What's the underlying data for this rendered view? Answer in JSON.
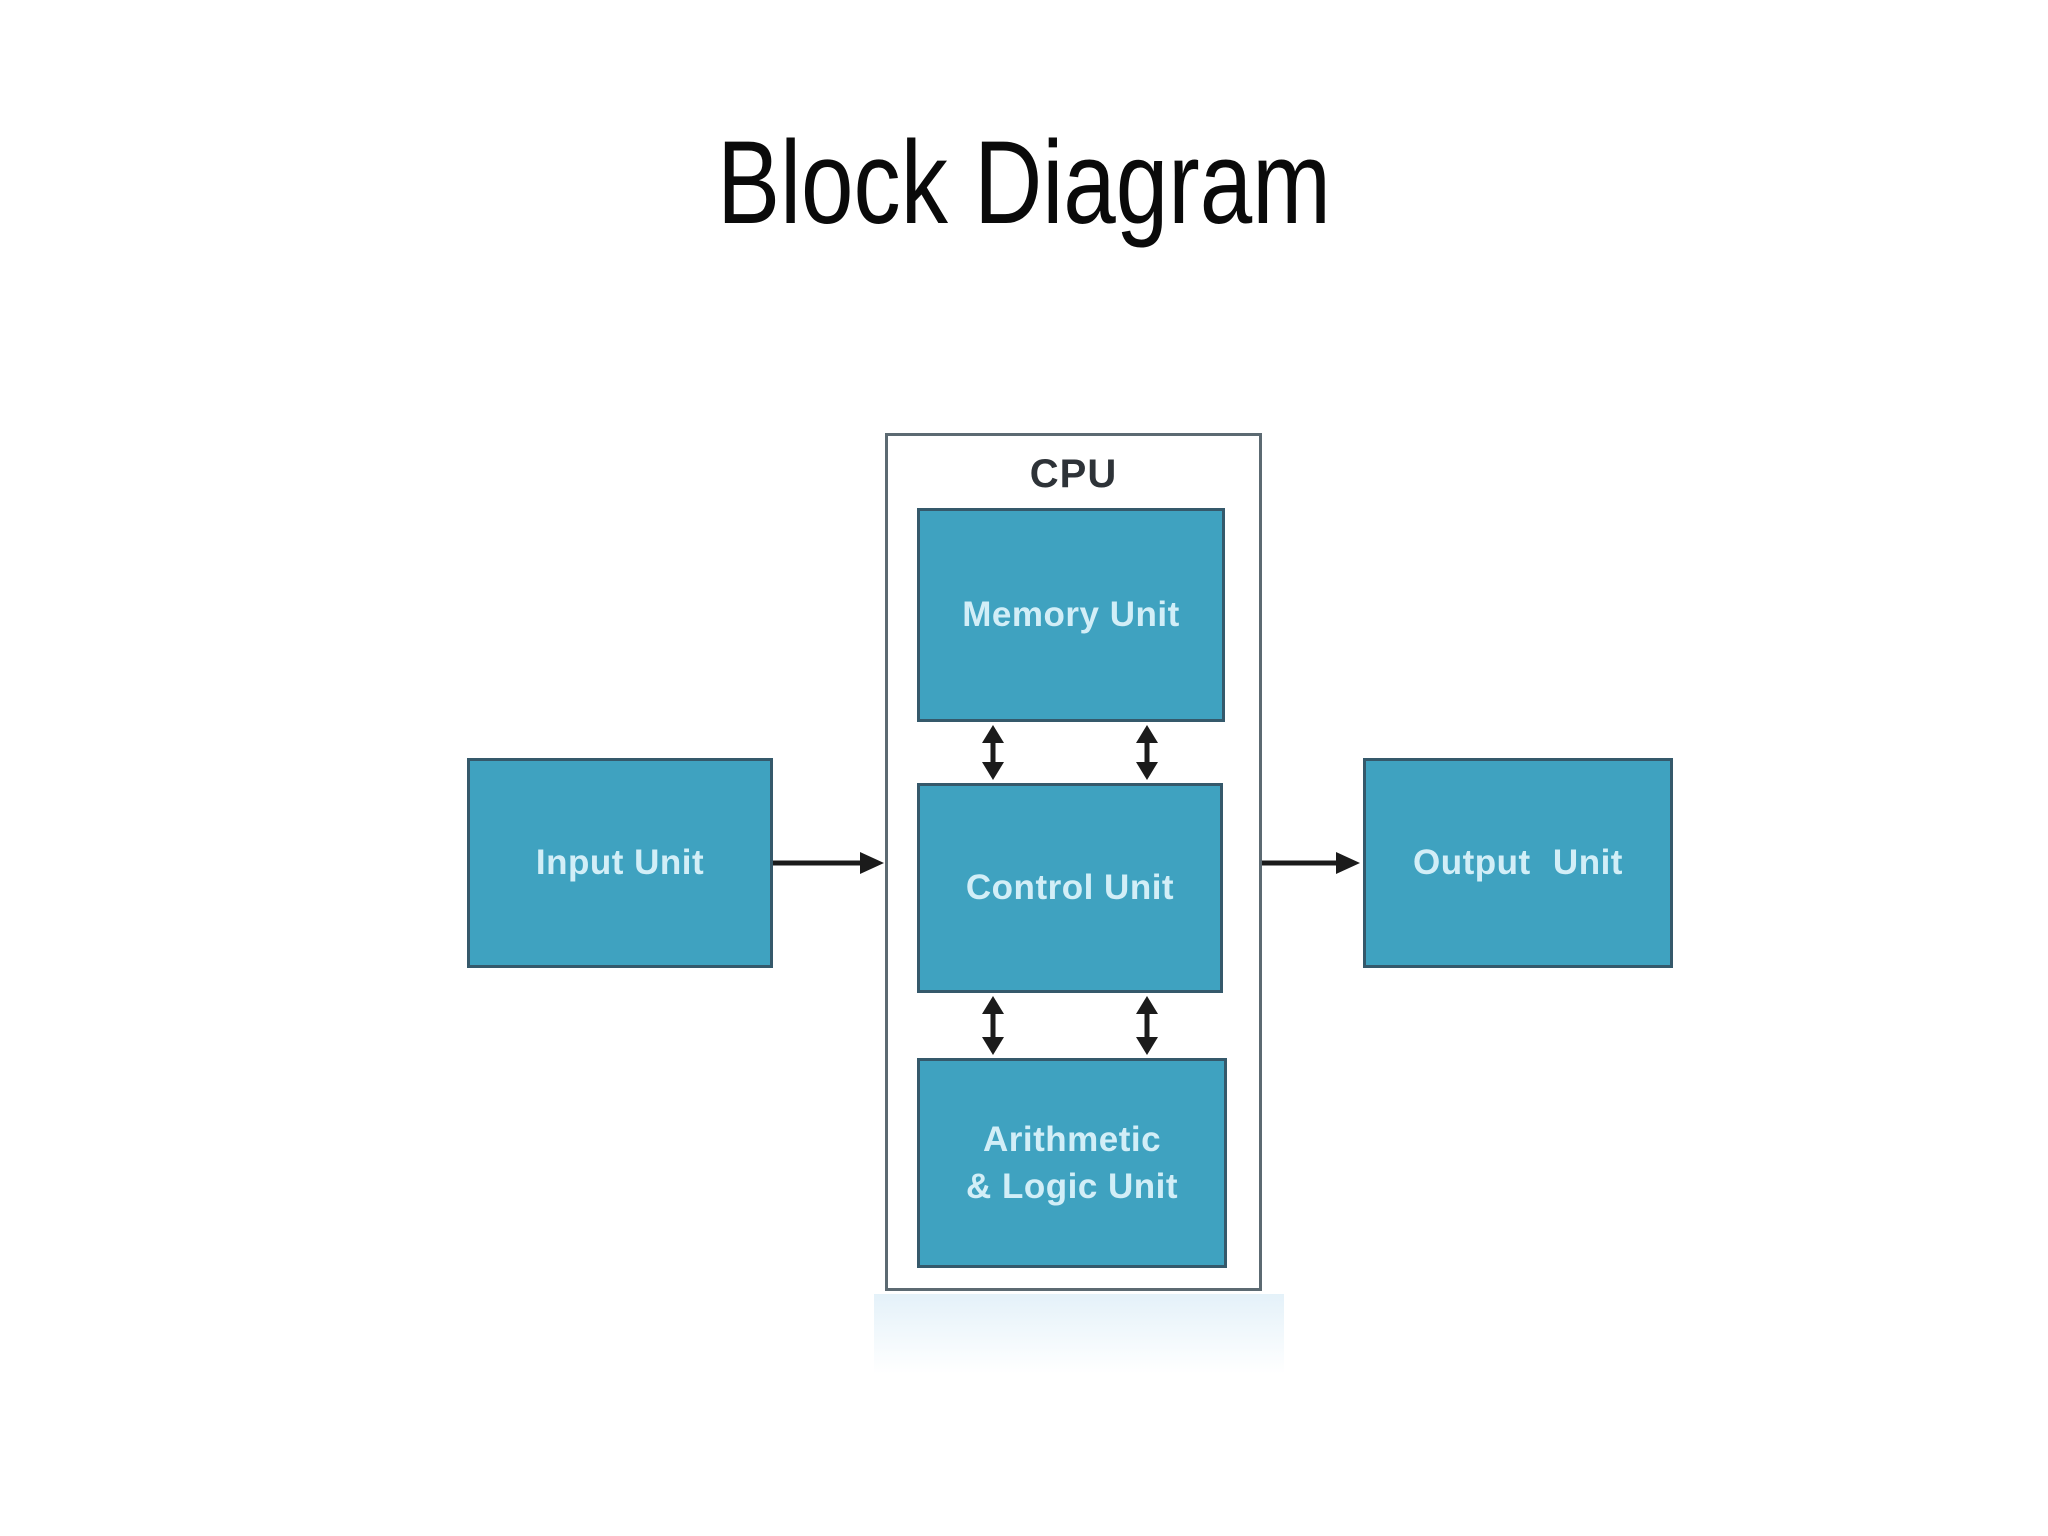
{
  "title": "Block Diagram",
  "diagram": {
    "cpu_label": "CPU",
    "blocks": {
      "memory": "Memory Unit",
      "control": "Control Unit",
      "alu_line1": "Arithmetic",
      "alu_line2": "& Logic Unit",
      "input": "Input Unit",
      "output": "Output Unit"
    },
    "connections": [
      {
        "from": "Input Unit",
        "to": "CPU",
        "type": "one-way"
      },
      {
        "from": "CPU",
        "to": "Output Unit",
        "type": "one-way"
      },
      {
        "from": "Memory Unit",
        "to": "Control Unit",
        "type": "two-way",
        "count": 2
      },
      {
        "from": "Control Unit",
        "to": "Arithmetic & Logic Unit",
        "type": "two-way",
        "count": 2
      }
    ],
    "colors": {
      "block_fill": "#3fa2c0",
      "block_border": "#35596b",
      "block_text": "#d2eef7",
      "cpu_border": "#5c6a72",
      "arrow": "#1b1b1b",
      "title_text": "#0a0a0a"
    }
  }
}
